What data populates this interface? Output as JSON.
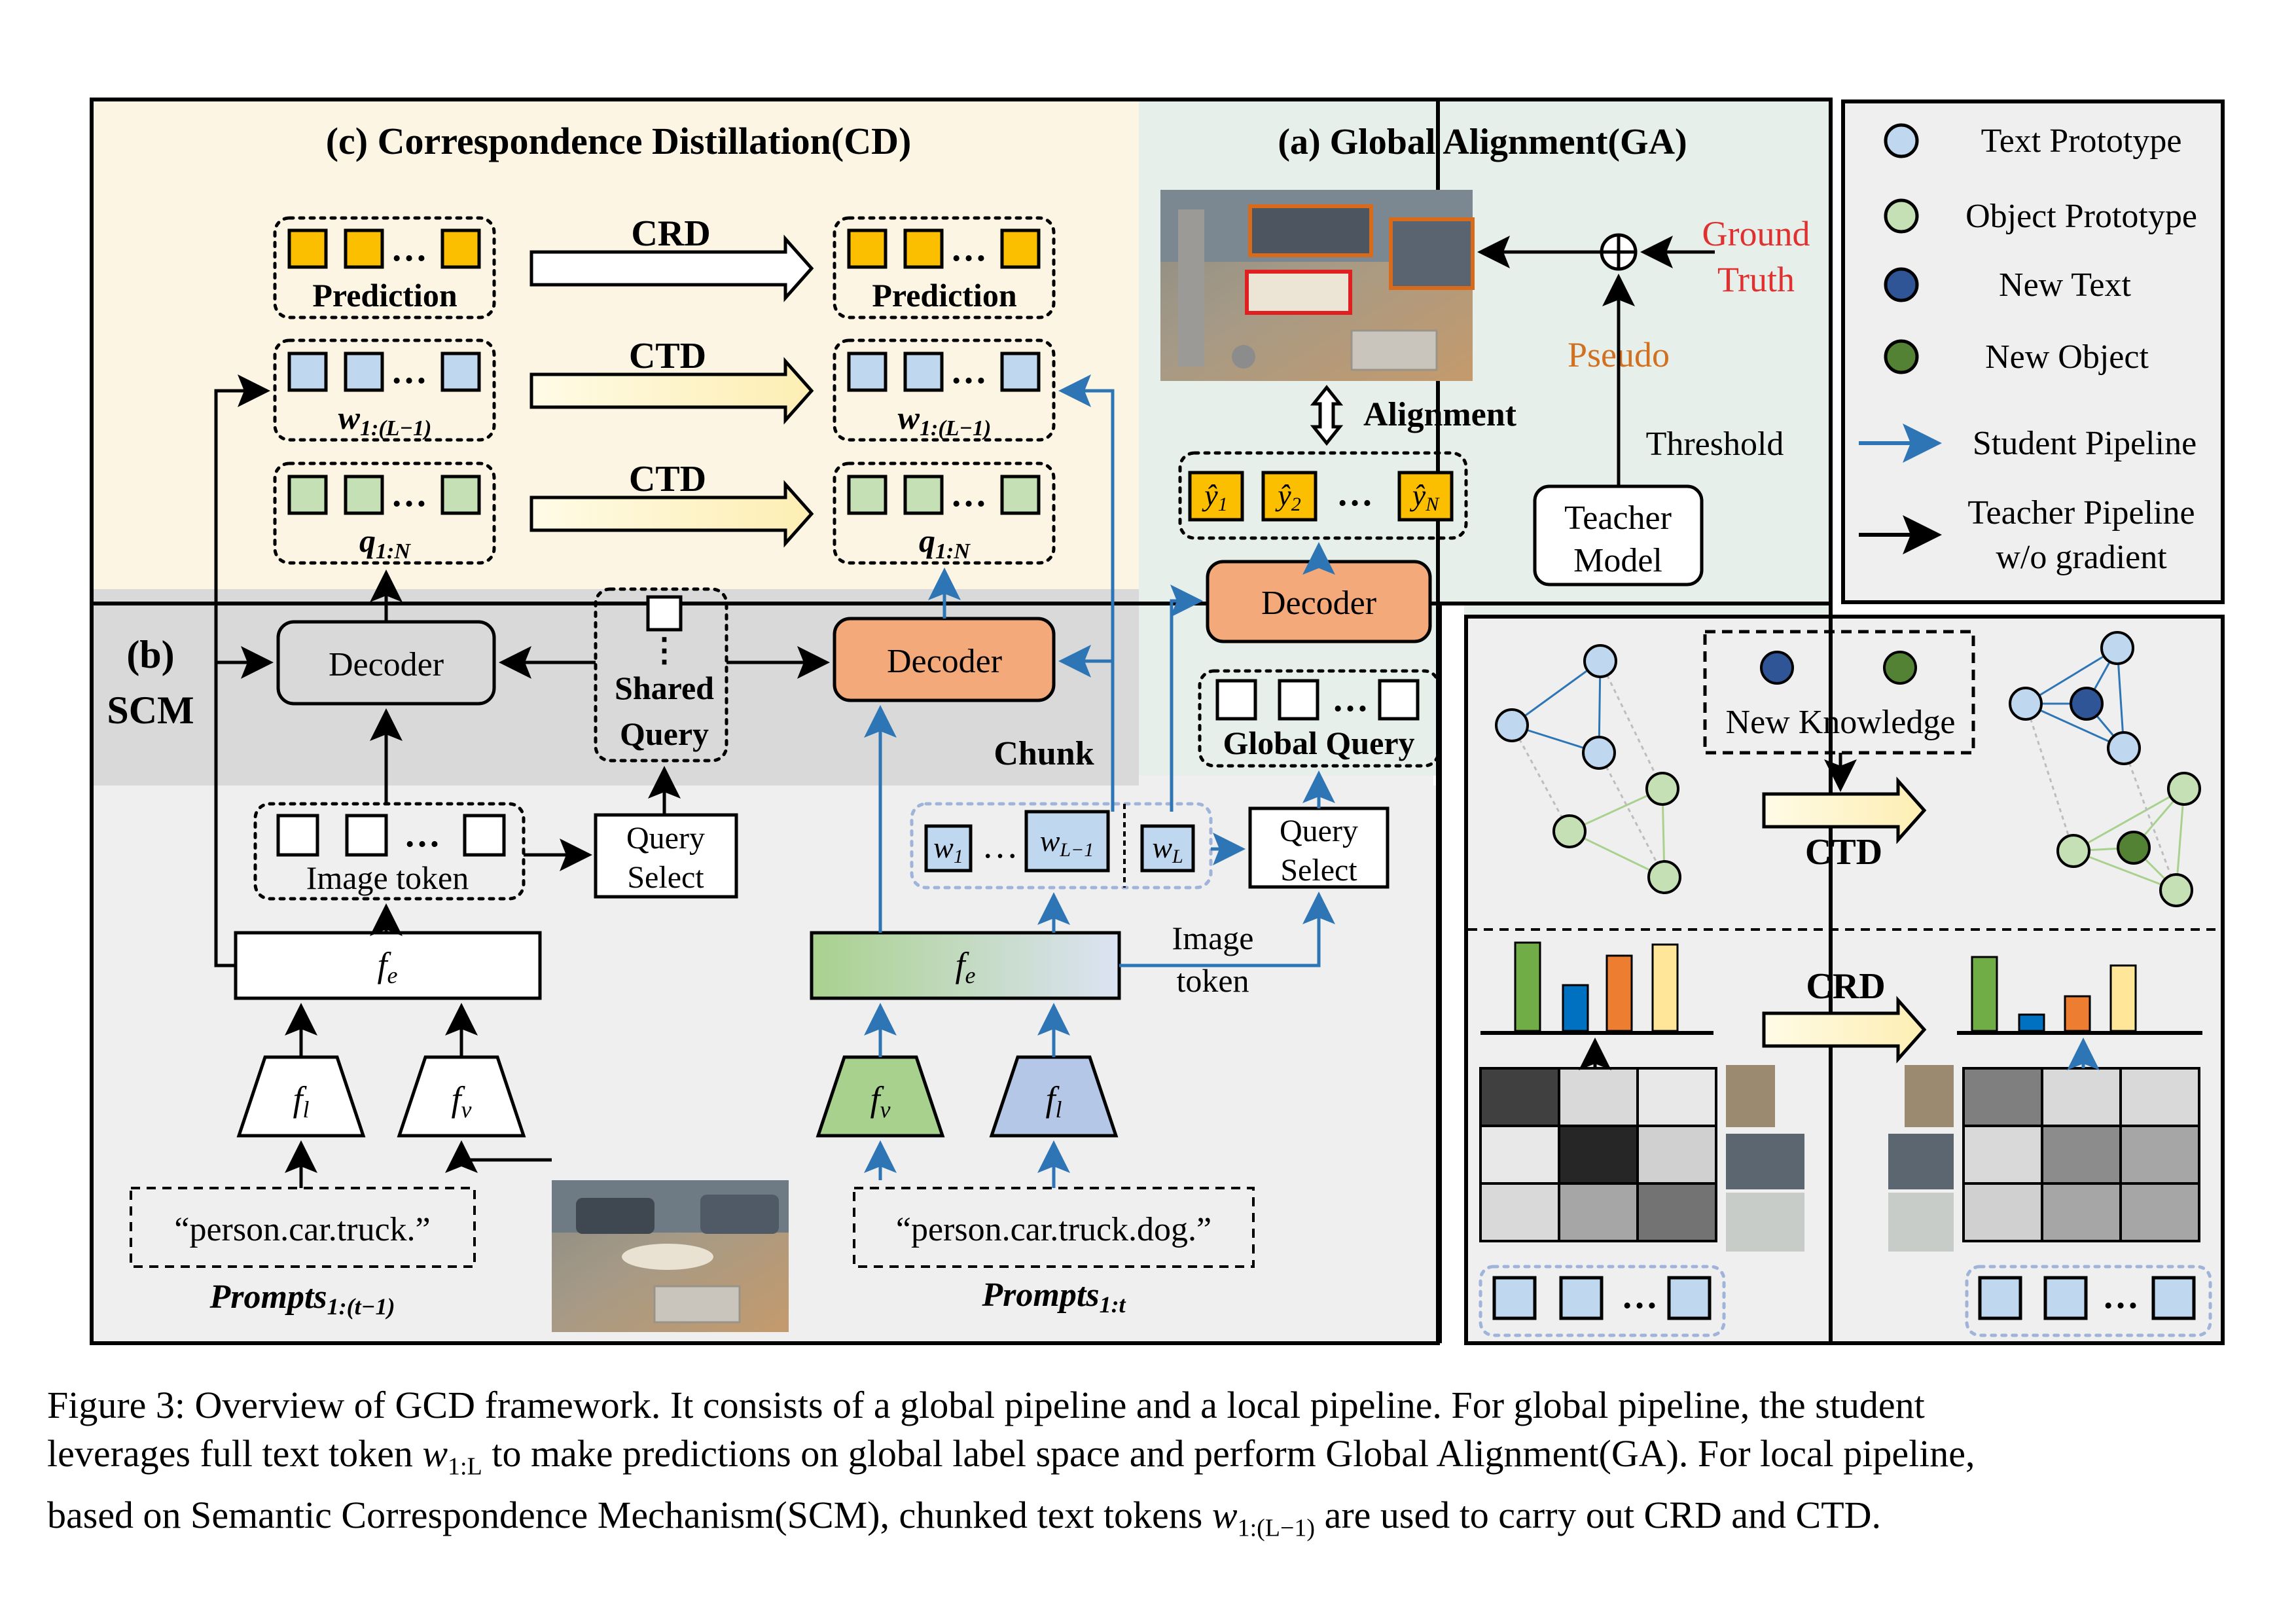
{
  "panels": {
    "cd_title": "(c) Correspondence Distillation(CD)",
    "ga_title": "(a) Global Alignment(GA)",
    "scm_line1": "(b)",
    "scm_line2": "SCM"
  },
  "cd": {
    "crd": "CRD",
    "ctd_1": "CTD",
    "ctd_2": "CTD",
    "prediction": "Prediction",
    "w_label": "w",
    "w_sub": "1:(L−1)",
    "q_label": "q",
    "q_sub": "1:N",
    "ellipsis": "…"
  },
  "scm": {
    "decoder_teacher": "Decoder",
    "decoder_student": "Decoder",
    "shared_query_1": "Shared",
    "shared_query_2": "Query",
    "chunk": "Chunk",
    "image_token_box": "Image token",
    "query_select_1a": "Query",
    "query_select_1b": "Select",
    "query_select_2a": "Query",
    "query_select_2b": "Select",
    "fe": "f",
    "fe_sub": "e",
    "fl": "f",
    "fl_sub": "l",
    "fv": "f",
    "fv_sub": "v",
    "image_token_label_1": "Image",
    "image_token_label_2": "token",
    "w1": "w",
    "w1_sub": "1",
    "wL1": "w",
    "wL1_sub": "L−1",
    "wL": "w",
    "wL_sub": "L",
    "prompt_old": "“person.car.truck.”",
    "prompt_new": "“person.car.truck.dog.”",
    "prompts_old_label": "Prompts",
    "prompts_old_sub": "1:(t−1)",
    "prompts_new_label": "Prompts",
    "prompts_new_sub": "1:t"
  },
  "ga": {
    "ground_1": "Ground",
    "ground_2": "Truth",
    "pseudo": "Pseudo",
    "alignment": "Alignment",
    "threshold": "Threshold",
    "teacher_1": "Teacher",
    "teacher_2": "Model",
    "decoder": "Decoder",
    "global_query": "Global Query",
    "y1": "ŷ",
    "y1_sub": "1",
    "y2": "ŷ",
    "y2_sub": "2",
    "yN": "ŷ",
    "yN_sub": "N"
  },
  "legend": {
    "text_prototype": "Text Prototype",
    "object_prototype": "Object Prototype",
    "new_text": "New Text",
    "new_object": "New Object",
    "student_pipeline": "Student Pipeline",
    "teacher_pipeline_1": "Teacher Pipeline",
    "teacher_pipeline_2": "w/o gradient"
  },
  "right_panel": {
    "new_knowledge": "New Knowledge",
    "ctd": "CTD",
    "crd": "CRD"
  },
  "caption": {
    "l1": "Figure 3: Overview of GCD framework. It consists of a global pipeline and a local pipeline. For global pipeline, the student",
    "l2a": "leverages full text token ",
    "l2m": "w",
    "l2ms": "1:L",
    "l2b": " to make predictions on global label space and perform Global Alignment(GA). For local pipeline,",
    "l3a": "based on Semantic Correspondence Mechanism(SCM), chunked text tokens ",
    "l3m": "w",
    "l3ms": "1:(L−1)",
    "l3b": " are used to carry out CRD and CTD."
  },
  "colors": {
    "cd_bg": "#fdf5e4",
    "ga_bg": "#e6efe9",
    "scm_band": "#d9d9d9",
    "lower_bg": "#eeeeee",
    "orange_box": "#f4a97a",
    "yellow_token": "#fbbf00",
    "blue_token": "#bfd7ef",
    "green_token": "#c5e0b4",
    "blue_arrow": "#2e75b6",
    "red_text": "#e03030",
    "pseudo_text": "#d07020"
  }
}
